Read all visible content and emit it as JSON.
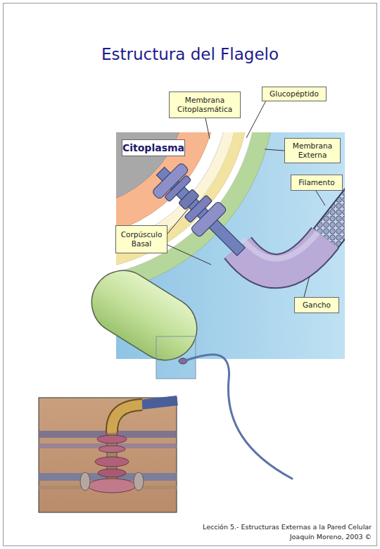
{
  "diagram": {
    "title": "Estructura del Flagelo",
    "nodes": [
      {
        "text": [
          "Membrana Citoplasmática"
        ]
      },
      {
        "text": [
          "Glucopéptido"
        ]
      },
      {
        "text": [
          "Citoplasma"
        ]
      },
      {
        "text": [
          "Membrana Externa"
        ]
      },
      {
        "text": [
          "Filamento"
        ]
      },
      {
        "text": [
          "Corpúsculo Basal"
        ]
      },
      {
        "text": [
          "Gancho"
        ]
      }
    ],
    "labels": [
      "Lección 5.- Estructuras Externas a la Pared Celular",
      "Joaquín Moreno, 2003 ©"
    ]
  }
}
